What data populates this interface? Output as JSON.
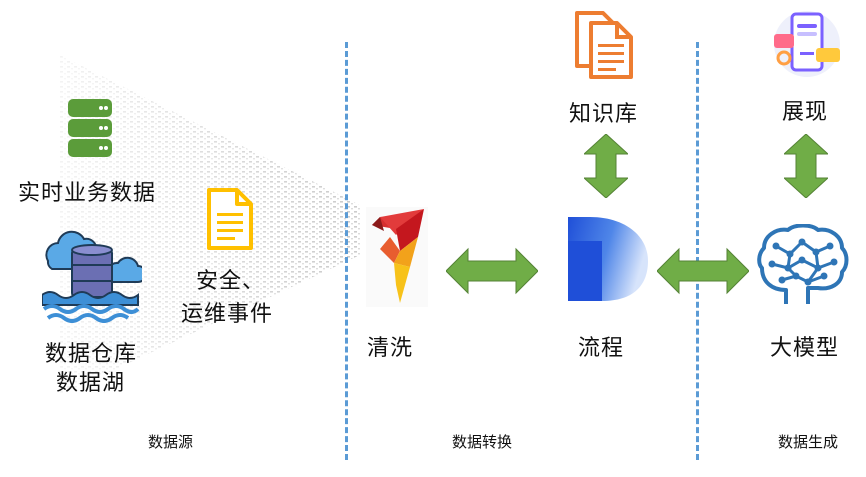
{
  "sources": {
    "business_data": "实时业务数据",
    "security_events_line1": "安全、",
    "security_events_line2": "运维事件",
    "warehouse_line1": "数据仓库",
    "warehouse_line2": "数据湖"
  },
  "transform": {
    "clean": "清洗",
    "flow": "流程",
    "knowledge_base": "知识库"
  },
  "generation": {
    "model": "大模型",
    "display": "展现"
  },
  "sections": {
    "source": "数据源",
    "transform": "数据转换",
    "generation": "数据生成"
  },
  "colors": {
    "arrow_green": "#70ad47",
    "divider_blue": "#5b9bd5",
    "db_green": "#5b9c3a",
    "doc_orange": "#ed7d31",
    "doc_yellow": "#ffc000",
    "brain_blue": "#2e75b6",
    "flow_blue": "#1f4fd8"
  },
  "icons": {
    "database": "database-icon",
    "document": "document-icon",
    "warehouse": "data-warehouse-icon",
    "clean": "bird-logo-icon",
    "flow": "flow-logo-icon",
    "knowledge": "documents-icon",
    "display": "app-screen-icon",
    "model": "brain-icon"
  }
}
